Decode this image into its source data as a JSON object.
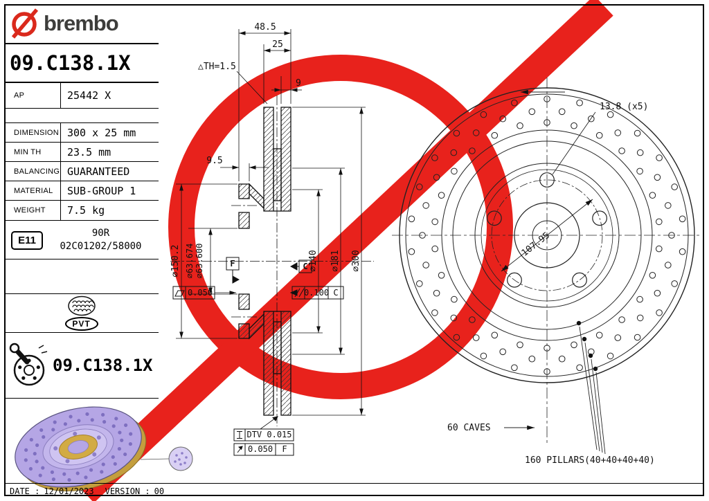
{
  "brand": {
    "name": "brembo"
  },
  "part_number": "09.C138.1X",
  "specs": {
    "ap_label": "AP",
    "ap_value": "25442 X",
    "rows": [
      {
        "label": "DIMENSION",
        "value": "300 x 25 mm"
      },
      {
        "label": "MIN TH",
        "value": "23.5 mm"
      },
      {
        "label": "BALANCING",
        "value": "GUARANTEED"
      },
      {
        "label": "MATERIAL",
        "value": "SUB-GROUP 1"
      },
      {
        "label": "WEIGHT",
        "value": "7.5 kg"
      }
    ],
    "e_mark": {
      "badge": "E11",
      "line1": "90R",
      "line2": "02C01202/58000"
    },
    "pvt_label": "PVT"
  },
  "drawing": {
    "dim_48_5": "48.5",
    "dim_25": "25",
    "dim_th": "△TH=1.5",
    "dim_9": "9",
    "dim_9_5": "9.5",
    "dim_150_2": "⌀150.2",
    "dim_63_674": "⌀63.674",
    "dim_63_600": "⌀63.600",
    "dim_140": "⌀140",
    "dim_181": "⌀181",
    "dim_300": "⌀300",
    "datum_f": "F",
    "datum_c": "C",
    "flatness_tol": "0.050",
    "parallelism_tol": "0.100",
    "parallelism_ref": "C",
    "dtv": "DTV 0.015",
    "runout_tol": "0.050",
    "runout_ref": "F",
    "bolt_holes": "13.8 (x5)",
    "pcd": "107.95",
    "caves": "60 CAVES",
    "pillars": "160 PILLARS(40+40+40+40)"
  },
  "footer": {
    "date_label": "DATE :",
    "date": "12/01/2023",
    "version_label": "VERSION :",
    "version": "00"
  },
  "colors": {
    "brand_red": "#da291c",
    "watermark_red": "#e8221c",
    "disc_face_purple": "#b5a6e5",
    "disc_edge_gold": "#c49e3e"
  }
}
